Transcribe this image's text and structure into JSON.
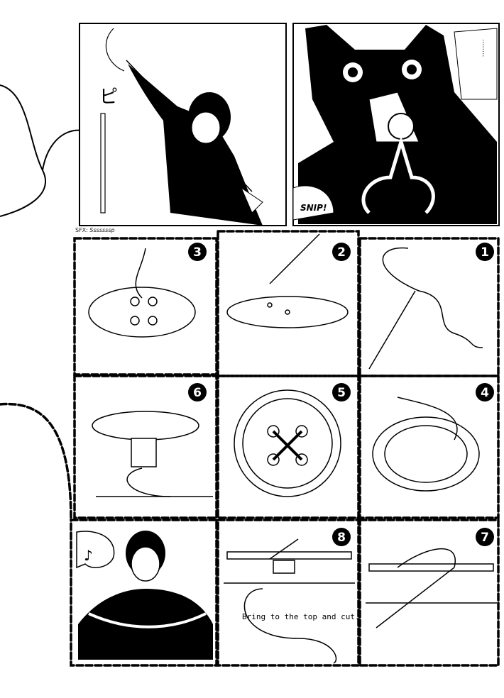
{
  "panels": {
    "top_left": {
      "sfx_glyph": "ピ",
      "sfx_caption_label": "SFX:",
      "sfx_caption_text": "Sssssssp"
    },
    "top_right": {
      "sound": "SNIP!",
      "speech": "........"
    }
  },
  "steps": [
    {
      "number": "1"
    },
    {
      "number": "2"
    },
    {
      "number": "3"
    },
    {
      "number": "4"
    },
    {
      "number": "5"
    },
    {
      "number": "6"
    },
    {
      "number": "7"
    },
    {
      "number": "8"
    }
  ],
  "step8_caption": "Bring to the top and cut.",
  "music_note": "♪",
  "colors": {
    "ink": "#000000",
    "paper": "#ffffff"
  }
}
